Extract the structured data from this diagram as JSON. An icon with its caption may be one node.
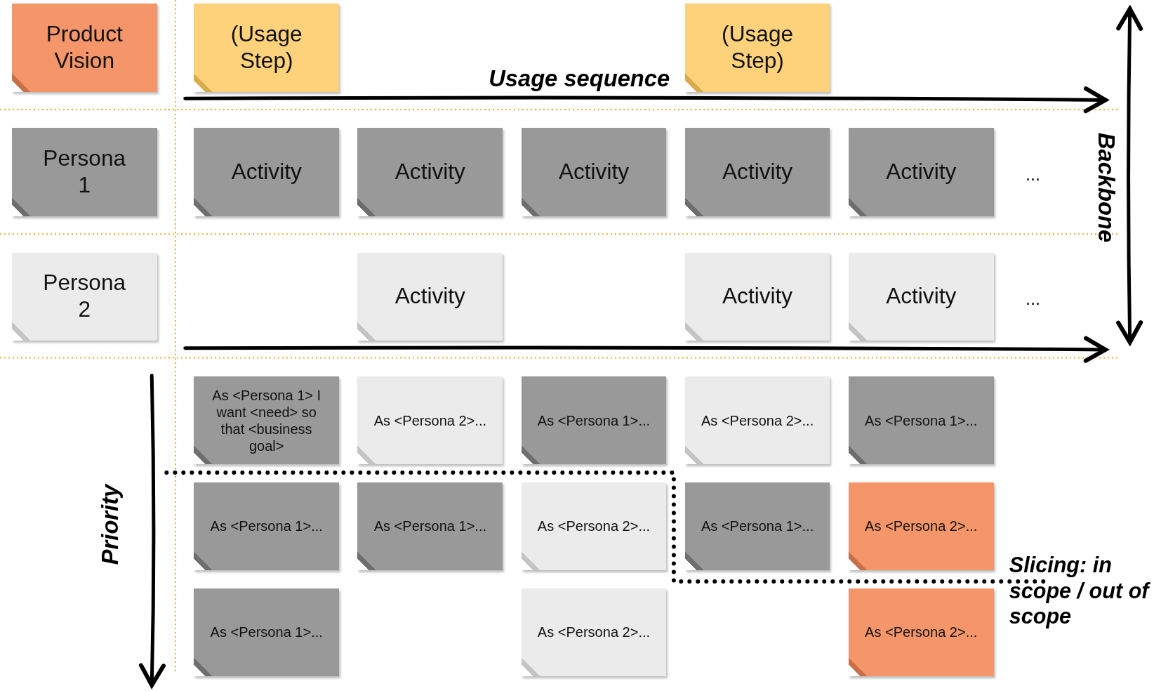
{
  "diagram": {
    "nodes": [
      {
        "text": [
          "Product Vision"
        ]
      },
      {
        "text": [
          "(Usage Step)"
        ]
      },
      {
        "text": [
          "(Usage Step)"
        ]
      },
      {
        "text": [
          "Persona 1"
        ]
      },
      {
        "text": [
          "Activity"
        ]
      },
      {
        "text": [
          "Activity"
        ]
      },
      {
        "text": [
          "Activity"
        ]
      },
      {
        "text": [
          "Activity"
        ]
      },
      {
        "text": [
          "Activity"
        ]
      },
      {
        "text": [
          "Persona 2"
        ]
      },
      {
        "text": [
          "Activity"
        ]
      },
      {
        "text": [
          "Activity"
        ]
      },
      {
        "text": [
          "Activity"
        ]
      },
      {
        "text": [
          "As <Persona 1> I want <need> so that <business goal>"
        ]
      },
      {
        "text": [
          "As <Persona 2>..."
        ]
      },
      {
        "text": [
          "As <Persona 1>..."
        ]
      },
      {
        "text": [
          "As <Persona 2>..."
        ]
      },
      {
        "text": [
          "As <Persona 1>..."
        ]
      },
      {
        "text": [
          "As <Persona 1>..."
        ]
      },
      {
        "text": [
          "As <Persona 1>..."
        ]
      },
      {
        "text": [
          "As <Persona 2>..."
        ]
      },
      {
        "text": [
          "As <Persona 1>..."
        ]
      },
      {
        "text": [
          "As <Persona 2>..."
        ]
      },
      {
        "text": [
          "As <Persona 1>..."
        ]
      },
      {
        "text": [
          "As <Persona 2>..."
        ]
      },
      {
        "text": [
          "As <Persona 2>..."
        ]
      }
    ],
    "labels": [
      "Usage sequence",
      "Backbone",
      "...",
      "...",
      "Priority",
      "Slicing: in scope / out of scope"
    ]
  }
}
